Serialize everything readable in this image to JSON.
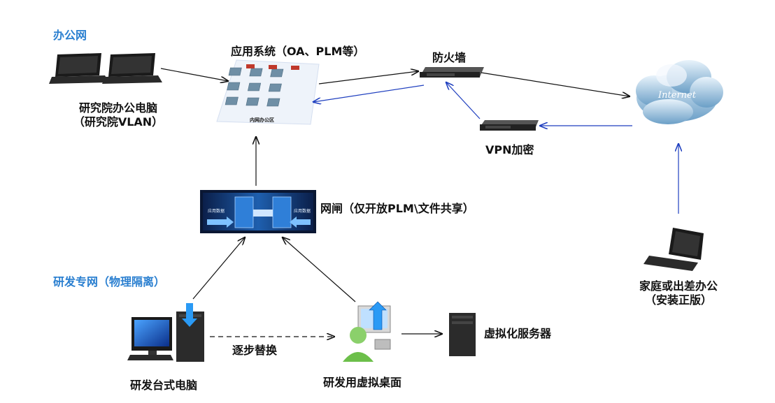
{
  "sections": {
    "office_net": "办公网",
    "rd_net": "研发专网（物理隔离）"
  },
  "nodes": {
    "app_system": "应用系统（OA、PLM等）",
    "app_inner_caption": "内网办公区",
    "firewall": "防火墙",
    "internet": "Internet",
    "vpn": "VPN加密",
    "office_pc_line1": "研究院办公电脑",
    "office_pc_line2": "（研究院VLAN）",
    "gateway": "网闸（仅开放PLM\\文件共享）",
    "gateway_left_tag": "应用数据",
    "gateway_right_tag": "应用数据",
    "home_line1": "家庭或出差办公",
    "home_line2": "（安装正版）",
    "rd_desktop": "研发台式电脑",
    "replace": "逐步替换",
    "virtual_desktop": "研发用虚拟桌面",
    "virtual_server": "虚拟化服务器"
  },
  "colors": {
    "section_blue": "#2a7fd0",
    "arrow_black": "#111111",
    "arrow_blue": "#1f3fbf",
    "device_dark": "#2b2b2b"
  }
}
